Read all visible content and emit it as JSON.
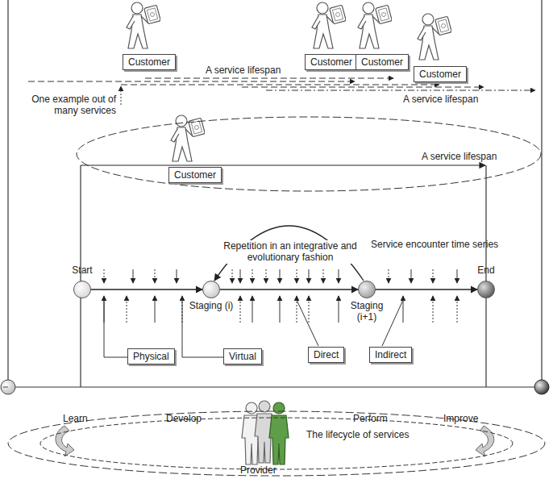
{
  "diagram": {
    "nodes": [
      {
        "text": [
          "Customer"
        ]
      },
      {
        "text": [
          "Customer"
        ]
      },
      {
        "text": [
          "Customer"
        ]
      },
      {
        "text": [
          "Customer"
        ]
      },
      {
        "text": [
          "A service lifespan"
        ]
      },
      {
        "text": [
          "Customer"
        ],
        "in": 4
      },
      {
        "text": [
          "Start"
        ]
      },
      {
        "text": [
          "Staging (i)"
        ]
      },
      {
        "text": [
          "Staging (i+1)"
        ]
      },
      {
        "text": [
          "End"
        ]
      },
      {
        "text": [
          "Physical"
        ]
      },
      {
        "text": [
          "Virtual"
        ]
      },
      {
        "text": [
          "Direct"
        ]
      },
      {
        "text": [
          "Indirect"
        ]
      },
      {
        "text": [
          "Learn",
          "Develop",
          "Perform",
          "Improve",
          "The lifecycle of services",
          "Provider"
        ]
      }
    ],
    "edges": [
      {
        "from": 6,
        "to": 7,
        "arrow": "to"
      },
      {
        "from": 7,
        "to": 8,
        "arrow": "to"
      },
      {
        "from": 8,
        "to": 9,
        "arrow": "to"
      },
      {
        "from": 8,
        "to": 7,
        "arrow": "to"
      }
    ],
    "labels": [
      "A service lifespan",
      "A service lifespan",
      "One example out of many services",
      "Repetition in an integrative and evolutionary fashion",
      "Service encounter time series"
    ]
  }
}
